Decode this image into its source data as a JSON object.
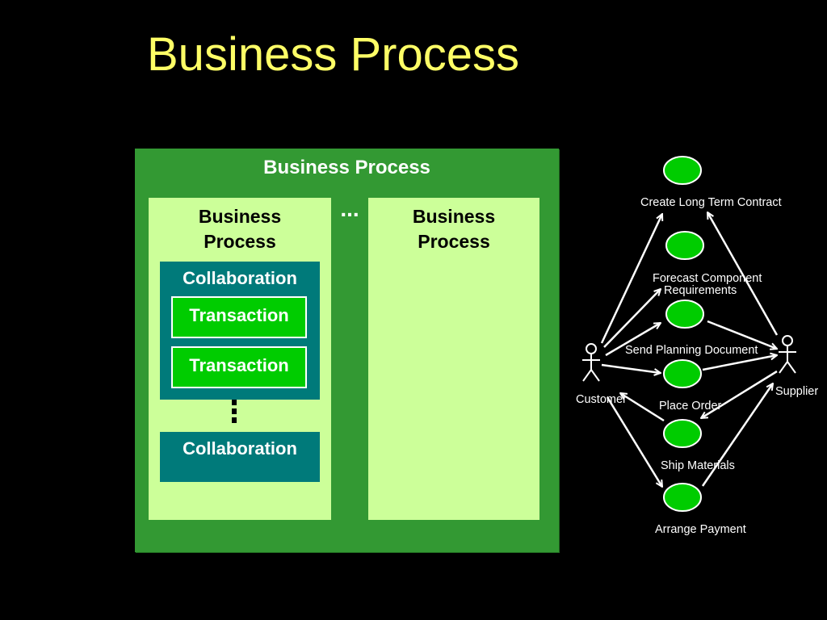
{
  "slide": {
    "title": "Business Process"
  },
  "nested": {
    "outer_label": "Business Process",
    "ellipsis": "...",
    "panels": [
      {
        "label_line1": "Business",
        "label_line2": "Process"
      },
      {
        "label_line1": "Business",
        "label_line2": "Process"
      }
    ],
    "collaboration_1": {
      "label": "Collaboration",
      "transactions": [
        "Transaction",
        "Transaction"
      ]
    },
    "collaboration_2": {
      "label": "Collaboration"
    }
  },
  "use_case_diagram": {
    "actors": {
      "left": "Customer",
      "right": "Supplier"
    },
    "use_cases": [
      {
        "label": "Create Long Term Contract"
      },
      {
        "label_line1": "Forecast Component",
        "label_line2": "Requirements"
      },
      {
        "label": "Send Planning Document"
      },
      {
        "label": "Place Order"
      },
      {
        "label": "Ship Materials"
      },
      {
        "label": "Arrange Payment"
      }
    ],
    "colors": {
      "use_case_fill": "#00cc00",
      "line": "#ffffff",
      "background": "#000000"
    }
  }
}
